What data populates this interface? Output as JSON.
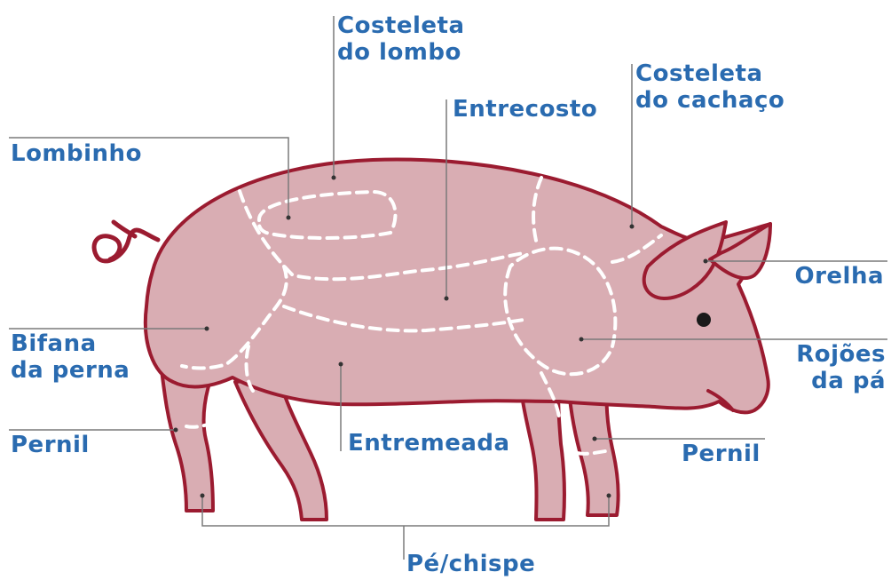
{
  "colors": {
    "label": "#2a6bb0",
    "outline": "#9b1b30",
    "body_fill": "#d9adb3",
    "cut_lines": "#ffffff",
    "leader_lines": "#7a7a7a",
    "eye": "#1a1a1a"
  },
  "labels": {
    "costeleta_lombo": {
      "line1": "Costeleta",
      "line2": "do lombo"
    },
    "entrecosto": "Entrecosto",
    "costeleta_cachaco": {
      "line1": "Costeleta",
      "line2": "do cachaço"
    },
    "lombinho": "Lombinho",
    "orelha": "Orelha",
    "bifana_perna": {
      "line1": "Bifana",
      "line2": "da perna"
    },
    "rojoes_pa": {
      "line1": "Rojões",
      "line2": "da pá"
    },
    "pernil_left": "Pernil",
    "entremeada": "Entremeada",
    "pernil_right": "Pernil",
    "pe_chispe": "Pé/chispe"
  }
}
